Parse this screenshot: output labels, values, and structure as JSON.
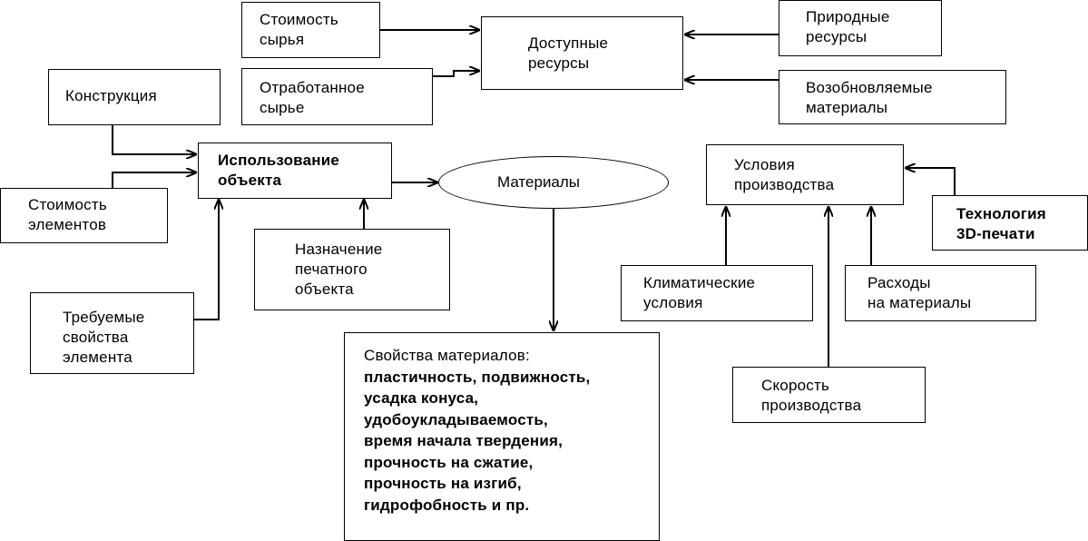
{
  "diagram": {
    "nodes": {
      "raw_cost": {
        "lines": [
          "Стоимость",
          "сырья"
        ]
      },
      "waste_raw": {
        "lines": [
          "Отработанное",
          "сырье"
        ]
      },
      "available": {
        "lines": [
          "Доступные",
          "ресурсы"
        ]
      },
      "natural": {
        "lines": [
          "Природные",
          "ресурсы"
        ]
      },
      "renewable": {
        "lines": [
          "Возобновляемые",
          "материалы"
        ]
      },
      "construction": {
        "lines": [
          "Конструкция"
        ]
      },
      "elem_cost": {
        "lines": [
          "Стоимость",
          "элементов"
        ]
      },
      "object_use": {
        "lines": [
          "Использование",
          "объекта"
        ]
      },
      "purpose": {
        "lines": [
          "Назначение",
          "печатного",
          "объекта"
        ]
      },
      "required_props": {
        "lines": [
          "Требуемые",
          "свойства",
          "элемента"
        ]
      },
      "materials": {
        "lines": [
          "Материалы"
        ]
      },
      "material_props": {
        "lines": [
          "Свойства материалов:",
          "пластичность, подвижность,",
          "усадка конуса,",
          "удобоукладываемость,",
          "время начала твердения,",
          "прочность на сжатие,",
          "прочность на изгиб,",
          "гидрофобность и пр."
        ]
      },
      "production_cond": {
        "lines": [
          "Условия",
          "производства"
        ]
      },
      "tech_3d": {
        "lines": [
          "Технология",
          "3D-печати"
        ]
      },
      "climate": {
        "lines": [
          "Климатические",
          "условия"
        ]
      },
      "mat_costs": {
        "lines": [
          "Расходы",
          "на материалы"
        ]
      },
      "prod_speed": {
        "lines": [
          "Скорость",
          "производства"
        ]
      }
    }
  }
}
